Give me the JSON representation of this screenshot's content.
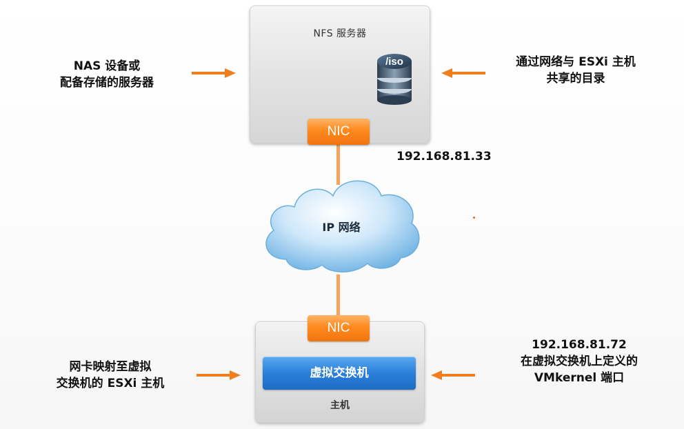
{
  "server": {
    "title": "NFS 服务器",
    "share_label": "/iso",
    "nic_label": "NIC",
    "ip": "192.168.81.33"
  },
  "network": {
    "label": "IP 网络"
  },
  "host": {
    "nic_label": "NIC",
    "vswitch_label": "虚拟交换机",
    "label": "主机"
  },
  "annotations": {
    "left_top": [
      "NAS 设备或",
      "配备存储的服务器"
    ],
    "right_top": [
      "通过网络与 ESXi 主机",
      "共享的目录"
    ],
    "left_bottom": [
      "网卡映射至虚拟",
      "交换机的 ESXi 主机"
    ],
    "right_bottom": [
      "192.168.81.72",
      "在虚拟交换机上定义的",
      "VMkernel 端口"
    ]
  },
  "colors": {
    "accent_orange": "#ff8a1e",
    "vswitch_blue": "#2a7fd8",
    "cloud_blue": "#8fc8f0",
    "connector": "#f8a35a"
  }
}
